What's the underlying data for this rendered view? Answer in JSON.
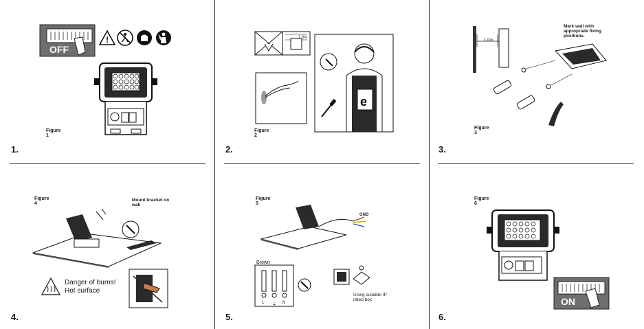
{
  "steps": [
    {
      "number": "1.",
      "figure": "Figure 1",
      "switch_label": "OFF"
    },
    {
      "number": "2.",
      "figure": "Figure 2",
      "measure_label": "1.0m"
    },
    {
      "number": "3.",
      "figure": "Figure 3",
      "note": "Mark wall with appropriate fixing positions.",
      "measure_label": "1.0m"
    },
    {
      "number": "4.",
      "figure": "Figure 4",
      "note": "Mount bracket on wall",
      "warning": "Danger of burns! Hot surface"
    },
    {
      "number": "5.",
      "figure": "Figure 5",
      "wiring_label": "Brown Y./G. Blue",
      "terminals": [
        "L",
        "⏚",
        "N"
      ],
      "gnd_label": "GND",
      "box_note": "Using suitable IP rated box"
    },
    {
      "number": "6.",
      "figure": "Figure 6",
      "switch_label": "ON"
    }
  ],
  "icons": [
    "warning-icon",
    "no-slip-icon",
    "wear-gloves-icon",
    "electrician-icon"
  ],
  "colors": {
    "line": "#222222",
    "switch_bg": "#6e6e6e",
    "lamp_body": "#2a2a2a"
  }
}
